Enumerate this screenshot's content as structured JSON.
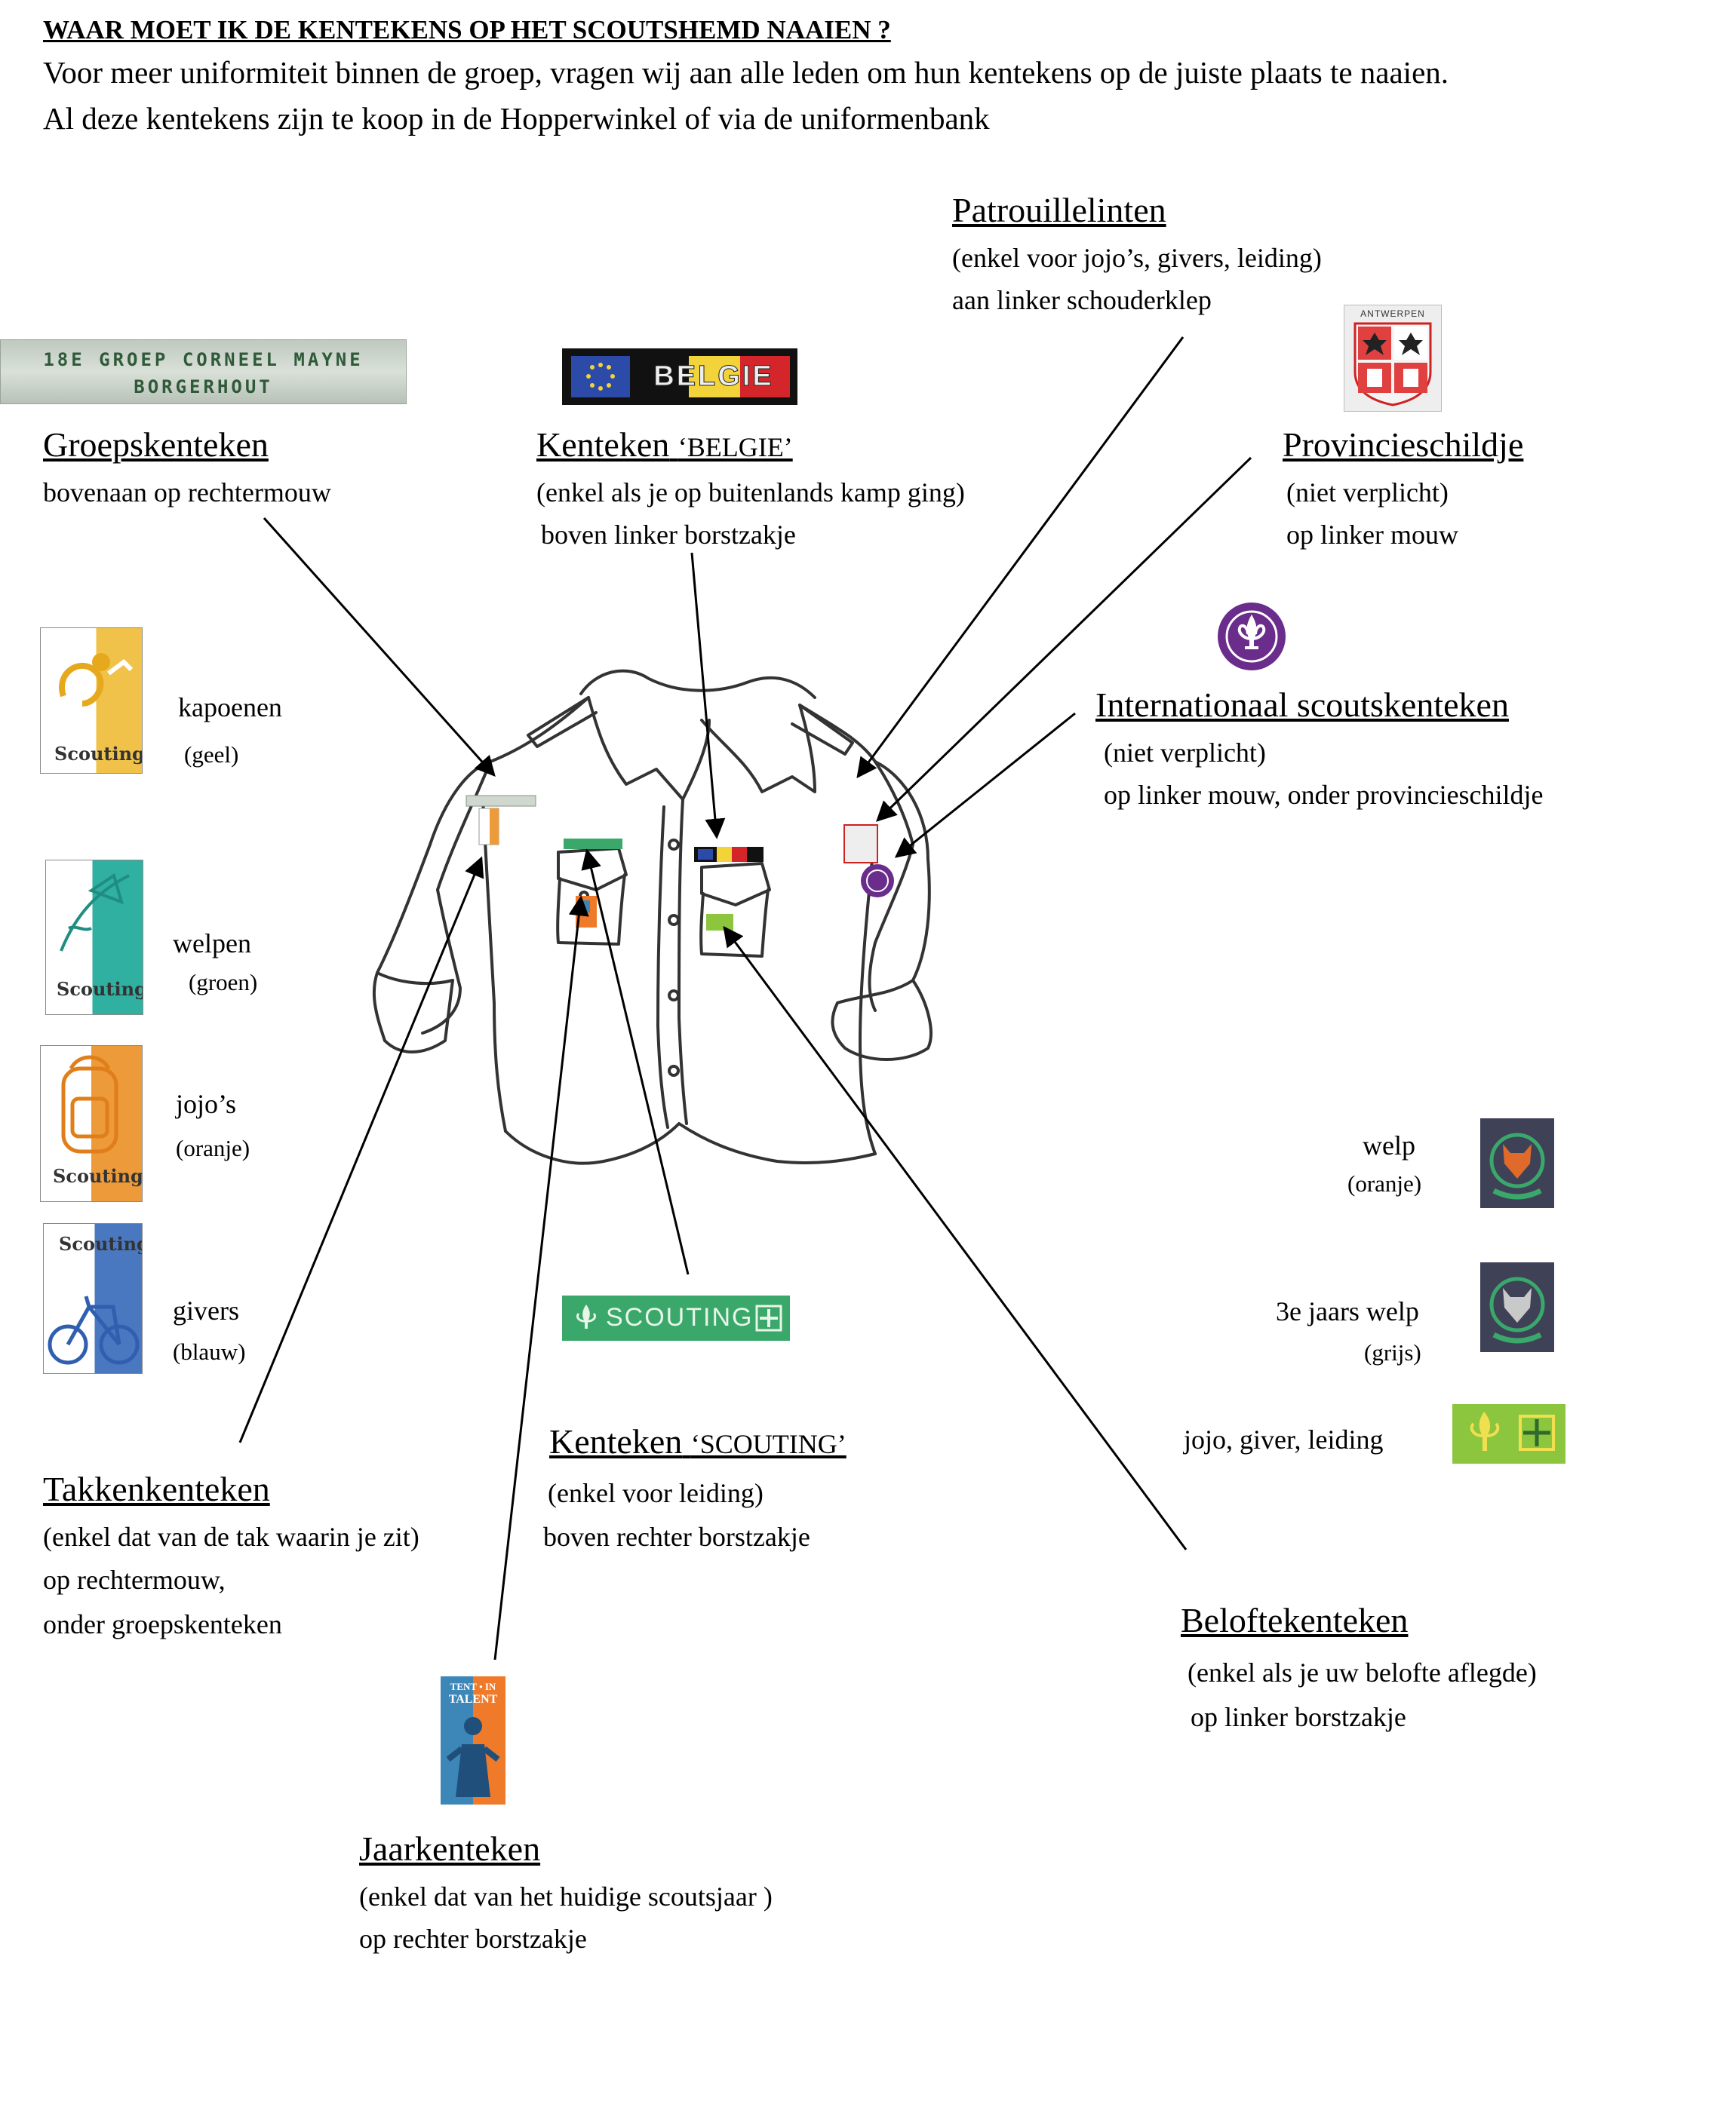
{
  "header": {
    "title": "WAAR MOET IK DE KENTEKENS OP HET SCOUTSHEMD NAAIEN ?",
    "intro_1": "Voor meer uniformiteit binnen de groep, vragen wij aan alle leden om hun kentekens op de juiste plaats te naaien.",
    "intro_2": "Al deze kentekens zijn te koop in de Hopperwinkel of via de uniformenbank"
  },
  "patrouille": {
    "title": "Patrouillelinten",
    "line1": "(enkel voor jojo’s, givers, leiding)",
    "line2": "aan linker schouderklep"
  },
  "groep": {
    "badge_line1": "18E GROEP CORNEEL MAYNE",
    "badge_line2": "BORGERHOUT",
    "title": "Groepskenteken",
    "line1": "bovenaan op rechtermouw"
  },
  "belgie": {
    "badge_text": "BELGIE",
    "title": "Kenteken",
    "title_q": "‘BELGIE’",
    "line1": "(enkel als je op buitenlands kamp ging)",
    "line2": "boven linker borstzakje"
  },
  "provincie": {
    "badge_text": "ANTWERPEN",
    "title": "Provincieschildje",
    "line1": "(niet verplicht)",
    "line2": "op linker mouw"
  },
  "internationaal": {
    "title": "Internationaal scoutskenteken",
    "line1": "(niet verplicht)",
    "line2": "op linker mouw, onder provincieschildje"
  },
  "takken": [
    {
      "name": "kapoenen",
      "color_label": "(geel)",
      "color": "#f0c24a",
      "badge_word": "Scouting"
    },
    {
      "name": "welpen",
      "color_label": "(groen)",
      "color": "#2fb0a0",
      "badge_word": "Scouting"
    },
    {
      "name": "jojo’s",
      "color_label": "(oranje)",
      "color": "#ec9a3a",
      "badge_word": "Scouting"
    },
    {
      "name": "givers",
      "color_label": "(blauw)",
      "color": "#4a78c0",
      "badge_word": "Scouting"
    }
  ],
  "takkenkenteken": {
    "title": "Takkenkenteken",
    "line1": "(enkel dat van de tak waarin je zit)",
    "line2": "op rechtermouw,",
    "line3": "onder groepskenteken"
  },
  "scouting": {
    "badge_text": "SCOUTING",
    "title": "Kenteken",
    "title_q": "‘SCOUTING’",
    "line1": "(enkel voor leiding)",
    "line2": "boven rechter borstzakje"
  },
  "jaar": {
    "badge_line1": "TENT • IN",
    "badge_line2": "TALENT",
    "title": "Jaarkenteken",
    "line1": "(enkel dat van het huidige scoutsjaar )",
    "line2": "op rechter borstzakje"
  },
  "belofte_items": [
    {
      "name": "welp",
      "sub": "(oranje)"
    },
    {
      "name": "3e jaars welp",
      "sub": "(grijs)"
    },
    {
      "name": "jojo, giver, leiding",
      "sub": ""
    }
  ],
  "belofte": {
    "title": "Beloftekenteken",
    "line1": "(enkel als je uw belofte aflegde)",
    "line2": "op linker borstzakje"
  },
  "colors": {
    "scouting_green": "#3aa86a",
    "belgie_black": "#111111",
    "belgie_yellow": "#f3d33a",
    "belgie_red": "#d4262a",
    "eu_blue": "#2c4aa8",
    "world_purple": "#6b2d8c",
    "belofte_green": "#8cc63f",
    "welp_bg": "#3f4257",
    "jaar_blue": "#3c87b8",
    "jaar_orange": "#ef7a2a"
  }
}
